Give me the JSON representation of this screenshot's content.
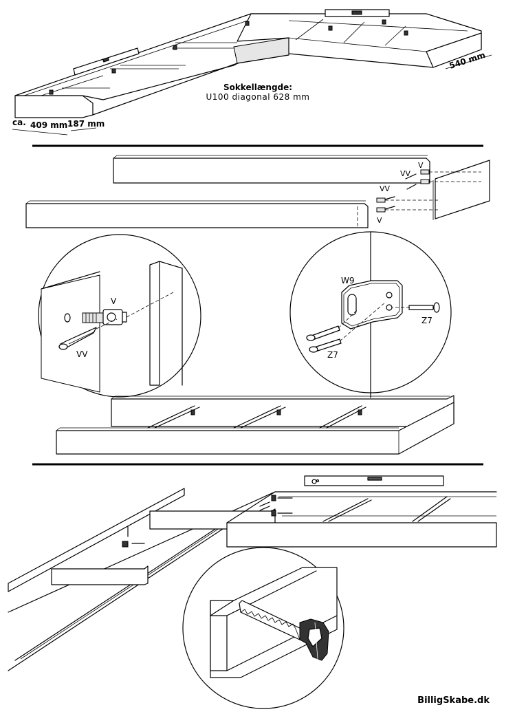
{
  "header": {
    "caption_line1": "Sokkellængde:",
    "caption_line2": "U100  diagonal  628  mm"
  },
  "dimensions": {
    "right_side": "540  mm",
    "left_prefix": "ca.",
    "left_a": "409  mm",
    "left_b": "187  mm"
  },
  "part_labels": {
    "v": "V",
    "vv": "VV",
    "w9": "W9",
    "z7": "Z7"
  },
  "footer": {
    "brand": "BilligSkabe.dk"
  }
}
